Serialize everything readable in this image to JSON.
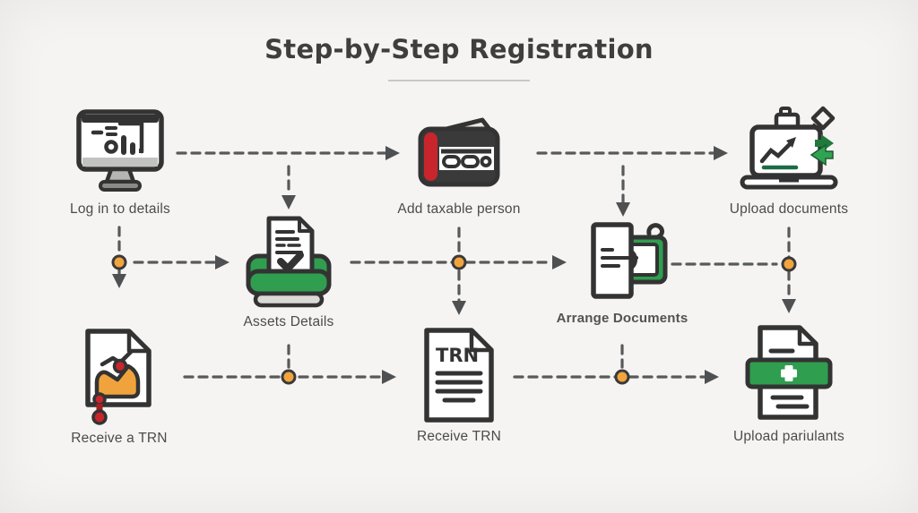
{
  "title": {
    "text": "Step-by-Step Registration"
  },
  "colors": {
    "background": "#f5f4f2",
    "ink": "#333333",
    "green": "#2f9e4f",
    "dark_green": "#1f7a3c",
    "red": "#c9252c",
    "orange_dot": "#f2a43d",
    "orange_chart": "#f0a33c",
    "connector_line": "#58595b",
    "label_text": "#4b4b4b",
    "title_text": "#3e3e3e"
  },
  "steps": [
    {
      "label": "Log in to details",
      "icon": "monitor-chart-icon"
    },
    {
      "label": "Add taxable person",
      "icon": "wallet-card-icon"
    },
    {
      "label": "Upload documents",
      "icon": "laptop-chart-sync-icon"
    },
    {
      "label": "Assets Details",
      "icon": "document-checkmark-tray-icon"
    },
    {
      "label": "Arrange Documents",
      "icon": "document-money-icon"
    },
    {
      "label": "Receive a TRN",
      "icon": "document-chart-pin-icon"
    },
    {
      "label": "Receive TRN",
      "icon": "trn-document-icon"
    },
    {
      "label": "Upload pariulants",
      "icon": "document-plus-icon"
    }
  ],
  "icon_text": {
    "trn": "TRN"
  }
}
